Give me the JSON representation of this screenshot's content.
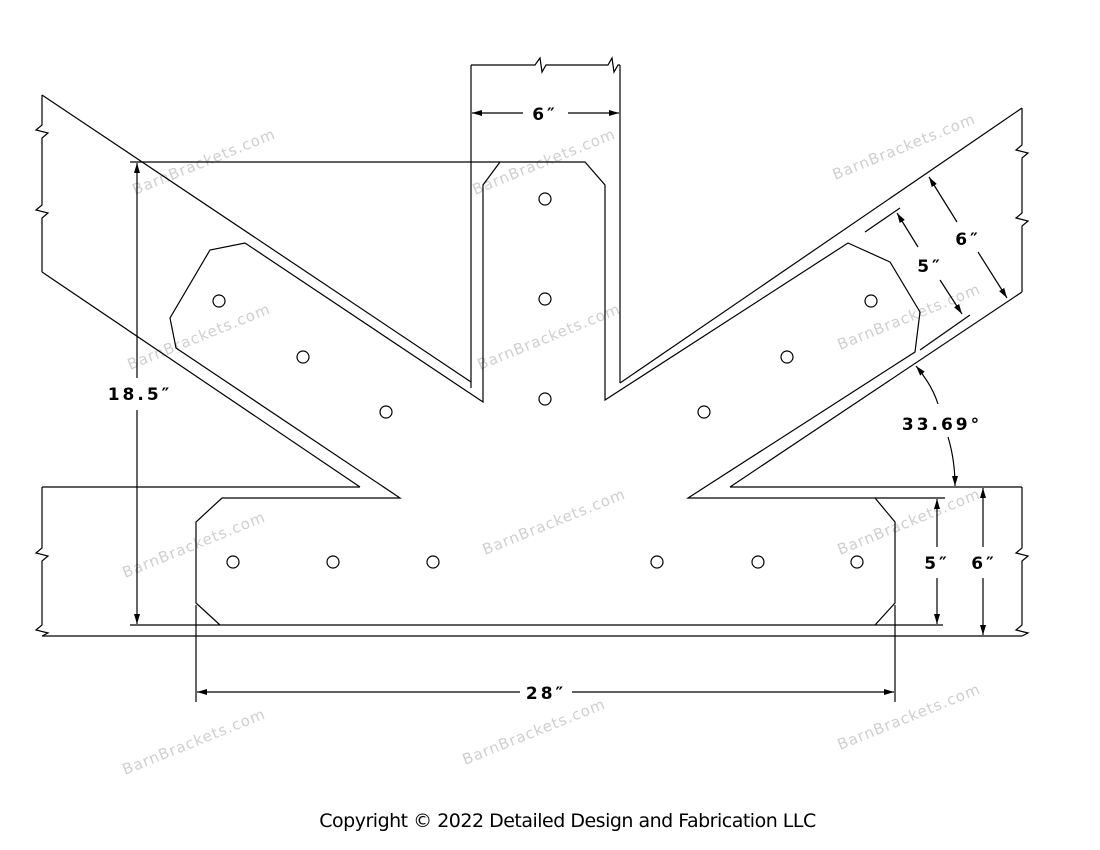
{
  "drawing": {
    "watermark": "BarnBrackets.com",
    "dimensions": {
      "post_width": "6″",
      "overall_height": "18.5″",
      "rafter_depth": "6″",
      "rafter_plate_width": "5″",
      "roof_angle": "33.69°",
      "beam_plate_width": "5″",
      "beam_depth": "6″",
      "plate_length": "28″"
    }
  },
  "footer": {
    "copyright": "Copyright © 2022 Detailed Design and Fabrication LLC"
  }
}
